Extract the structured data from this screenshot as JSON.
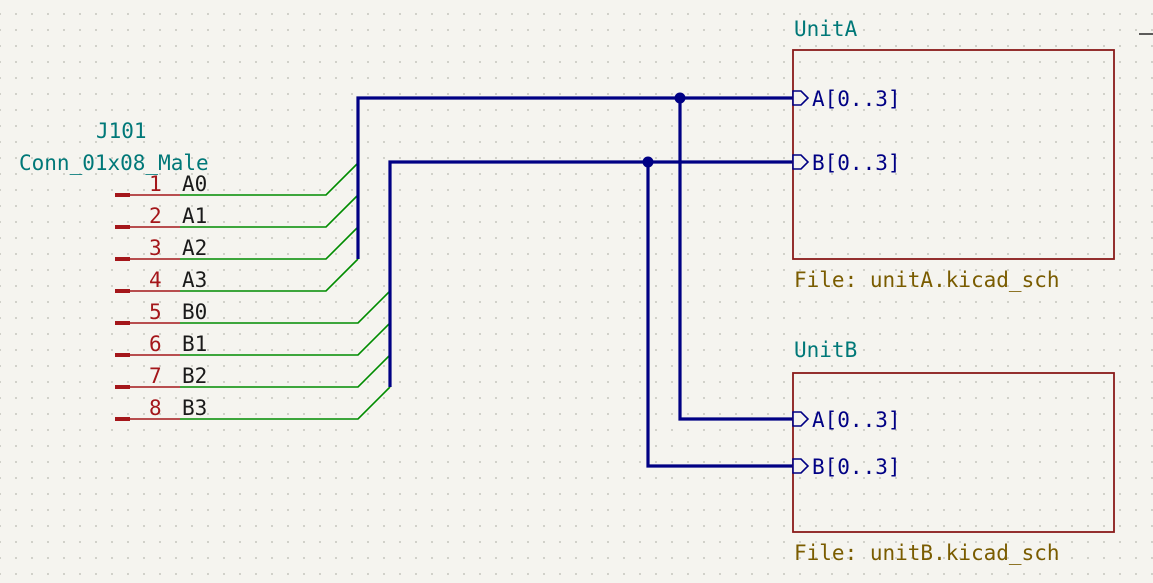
{
  "connector": {
    "reference": "J101",
    "value": "Conn_01x08_Male",
    "pins": [
      {
        "number": "1",
        "name": "A0"
      },
      {
        "number": "2",
        "name": "A1"
      },
      {
        "number": "3",
        "name": "A2"
      },
      {
        "number": "4",
        "name": "A3"
      },
      {
        "number": "5",
        "name": "B0"
      },
      {
        "number": "6",
        "name": "B1"
      },
      {
        "number": "7",
        "name": "B2"
      },
      {
        "number": "8",
        "name": "B3"
      }
    ]
  },
  "sheets": [
    {
      "name": "UnitA",
      "file": "File: unitA.kicad_sch",
      "pins": [
        "A[0..3]",
        "B[0..3]"
      ]
    },
    {
      "name": "UnitB",
      "file": "File: unitB.kicad_sch",
      "pins": [
        "A[0..3]",
        "B[0..3]"
      ]
    }
  ],
  "colors": {
    "background": "#f5f4ef",
    "wire": "#008c00",
    "bus": "#000084",
    "pin": "#a4161a",
    "sheet_border": "#8a1a1a",
    "reference_text": "#007878",
    "file_text": "#7a5c00"
  }
}
